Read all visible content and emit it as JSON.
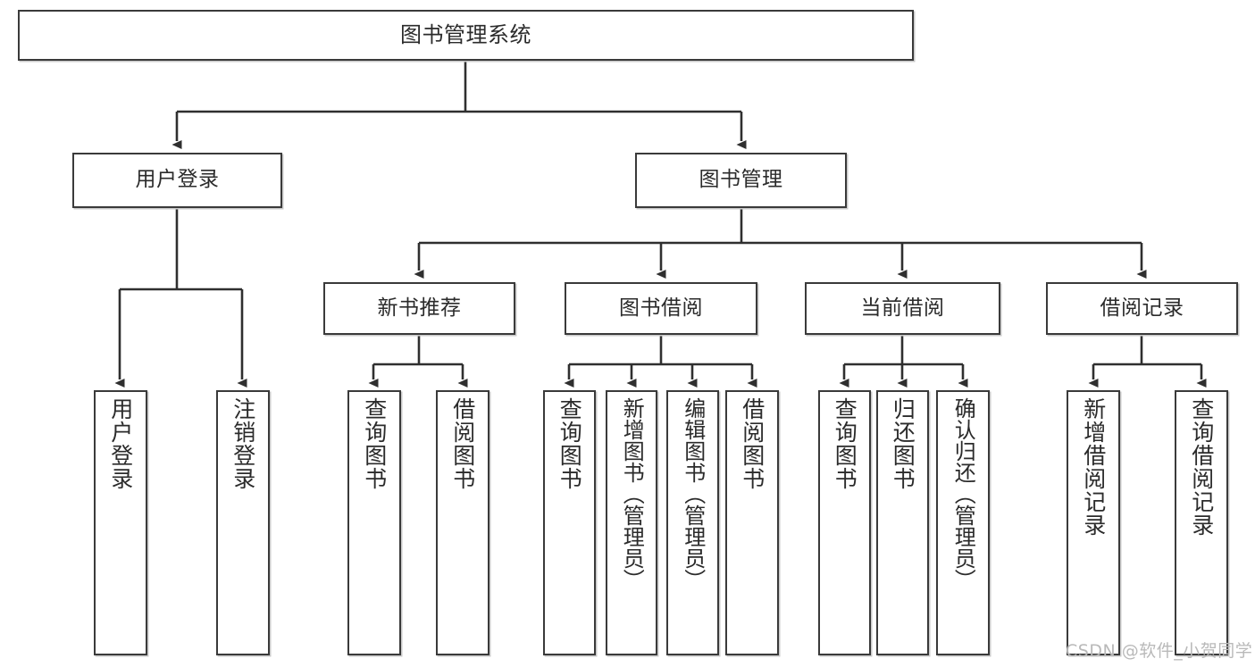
{
  "diagram": {
    "title": "图书管理系统",
    "type": "tree",
    "watermark": "CSDN @软件_小贺同学",
    "colors": {
      "box_border": "#3a3a3a",
      "box_fill": "#ffffff",
      "edge": "#2f2f2f",
      "text": "#2b2b2b",
      "watermark": "#b9b9b9",
      "shadow": "#c9c9c9"
    },
    "nodes": {
      "root": {
        "label": "图书管理系统"
      },
      "level2": [
        {
          "label": "用户登录"
        },
        {
          "label": "图书管理"
        }
      ],
      "level3": [
        {
          "label": "新书推荐"
        },
        {
          "label": "图书借阅"
        },
        {
          "label": "当前借阅"
        },
        {
          "label": "借阅记录"
        }
      ],
      "leaves": {
        "user_login": [
          {
            "label": "用户登录"
          },
          {
            "label": "注销登录"
          }
        ],
        "new_book": [
          {
            "label": "查询图书"
          },
          {
            "label": "借阅图书"
          }
        ],
        "borrow_book": [
          {
            "label": "查询图书"
          },
          {
            "label": "新增图书（管理员）"
          },
          {
            "label": "编辑图书（管理员）"
          },
          {
            "label": "借阅图书"
          }
        ],
        "current_borrow": [
          {
            "label": "查询图书"
          },
          {
            "label": "归还图书"
          },
          {
            "label": "确认归还（管理员）"
          }
        ],
        "borrow_record": [
          {
            "label": "新增借阅记录"
          },
          {
            "label": "查询借阅记录"
          }
        ]
      }
    }
  }
}
